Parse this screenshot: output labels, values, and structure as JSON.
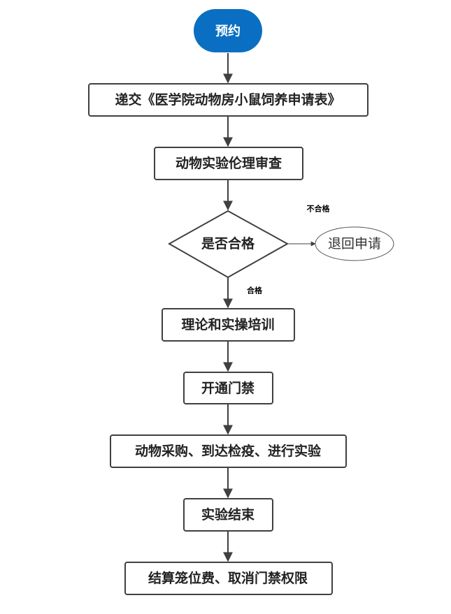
{
  "flowchart": {
    "start": {
      "label": "预约",
      "color": "#0a6fc2"
    },
    "steps": {
      "submit_form": "递交《医学院动物房小鼠饲养申请表》",
      "ethics_review": "动物实验伦理审查",
      "decision": "是否合格",
      "training": "理论和实操培训",
      "access": "开通门禁",
      "purchase": "动物采购、到达检疫、进行实验",
      "experiment_end": "实验结束",
      "settlement": "结算笼位费、取消门禁权限"
    },
    "reject": {
      "label": "退回申请"
    },
    "edge_labels": {
      "fail": "不合格",
      "pass": "合格"
    },
    "colors": {
      "stroke": "#404040",
      "arrow": "#404040"
    }
  }
}
